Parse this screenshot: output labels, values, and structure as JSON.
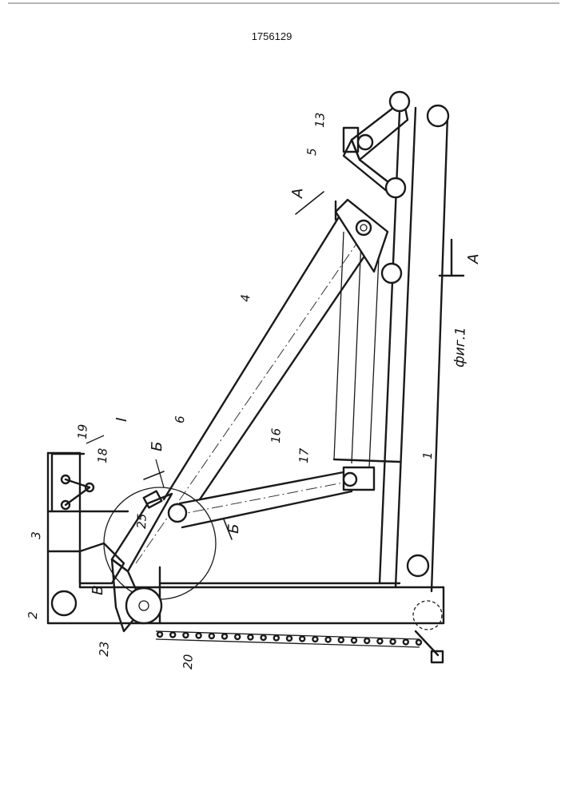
{
  "document": {
    "number": "1756129",
    "figure_caption": "фиг.1"
  },
  "labels": {
    "l1": "1",
    "l2": "2",
    "l3": "3",
    "l4": "4",
    "l5": "5",
    "l6": "6",
    "l13": "13",
    "l16": "16",
    "l17": "17",
    "l18": "18",
    "l19": "19",
    "l20": "20",
    "l23": "23",
    "l25": "25",
    "detail_I": "I",
    "detail_V": "В"
  },
  "sections": {
    "A_top": "А",
    "A_right": "А",
    "B_upper": "Б",
    "B_lower": "Б"
  }
}
